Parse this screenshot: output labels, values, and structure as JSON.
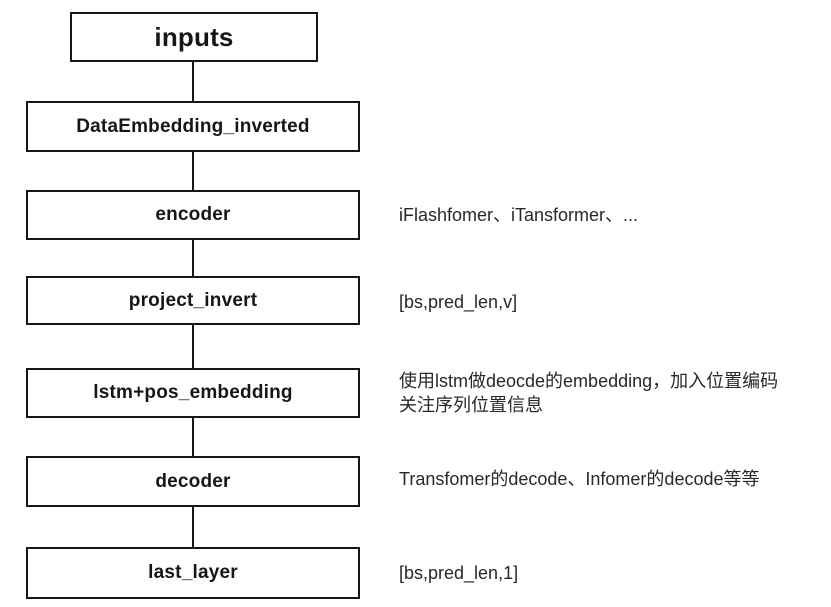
{
  "diagram": {
    "type": "flowchart",
    "direction": "top-down",
    "colors": {
      "background": "#ffffff",
      "box_fill": "#ffffff",
      "box_border": "#161616",
      "label_text": "#161616",
      "annotation_text": "#282828",
      "connector": "#161616"
    },
    "nodes": [
      {
        "id": "inputs",
        "label": "inputs",
        "annotation": ""
      },
      {
        "id": "data_embedding",
        "label": "DataEmbedding_inverted",
        "annotation": ""
      },
      {
        "id": "encoder",
        "label": "encoder",
        "annotation": "iFlashfomer、iTansformer、..."
      },
      {
        "id": "project_invert",
        "label": "project_invert",
        "annotation": "[bs,pred_len,v]"
      },
      {
        "id": "lstm_pos_embedding",
        "label": "lstm+pos_embedding",
        "annotation": "使用lstm做deocde的embedding，加入位置编码\n关注序列位置信息"
      },
      {
        "id": "decoder",
        "label": "decoder",
        "annotation": "Transfomer的decode、Infomer的decode等等"
      },
      {
        "id": "last_layer",
        "label": "last_layer",
        "annotation": "[bs,pred_len,1]"
      }
    ],
    "edges": [
      {
        "from": "inputs",
        "to": "data_embedding"
      },
      {
        "from": "data_embedding",
        "to": "encoder"
      },
      {
        "from": "encoder",
        "to": "project_invert"
      },
      {
        "from": "project_invert",
        "to": "lstm_pos_embedding"
      },
      {
        "from": "lstm_pos_embedding",
        "to": "decoder"
      },
      {
        "from": "decoder",
        "to": "last_layer"
      }
    ]
  }
}
